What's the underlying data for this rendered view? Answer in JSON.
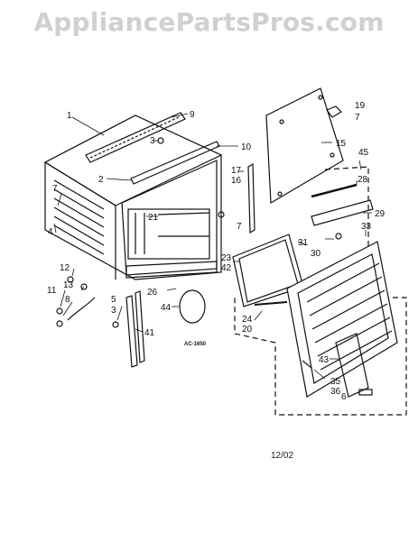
{
  "watermark": "AppliancePartsPros.com",
  "drawing_code": "AC-1650",
  "date": "12/02",
  "callouts": [
    "1",
    "9",
    "3",
    "10",
    "2",
    "15",
    "19",
    "7",
    "17",
    "16",
    "45",
    "28",
    "7",
    "21",
    "7",
    "4",
    "29",
    "33",
    "31",
    "30",
    "23",
    "42",
    "12",
    "26",
    "13",
    "11",
    "8",
    "5",
    "3",
    "44",
    "24",
    "20",
    "41",
    "43",
    "35",
    "36",
    "6"
  ],
  "colors": {
    "line": "#111111",
    "watermark": "#d0d0d0",
    "background": "#ffffff"
  }
}
